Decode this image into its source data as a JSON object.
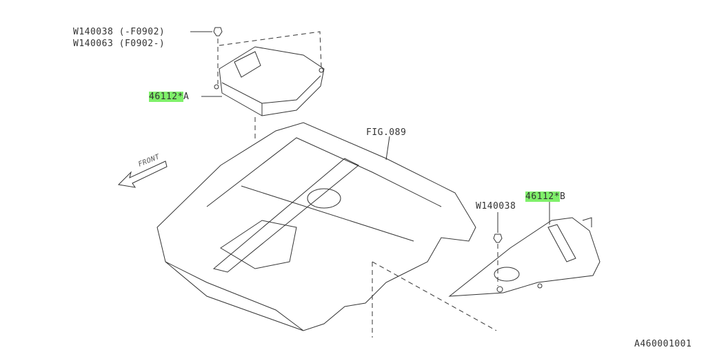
{
  "labels": {
    "fastener_a1": "W140038 (-F0902)",
    "fastener_a2": "W140063 (F0902-)",
    "part_a_number": "46112*",
    "part_a_suffix": "A",
    "fig_ref": "FIG.089",
    "front": "FRONT",
    "fastener_b": "W140038",
    "part_b_number": "46112*",
    "part_b_suffix": "B",
    "diagram_id": "A460001001"
  },
  "colors": {
    "highlight": "#7ff06a",
    "line": "#333333"
  }
}
